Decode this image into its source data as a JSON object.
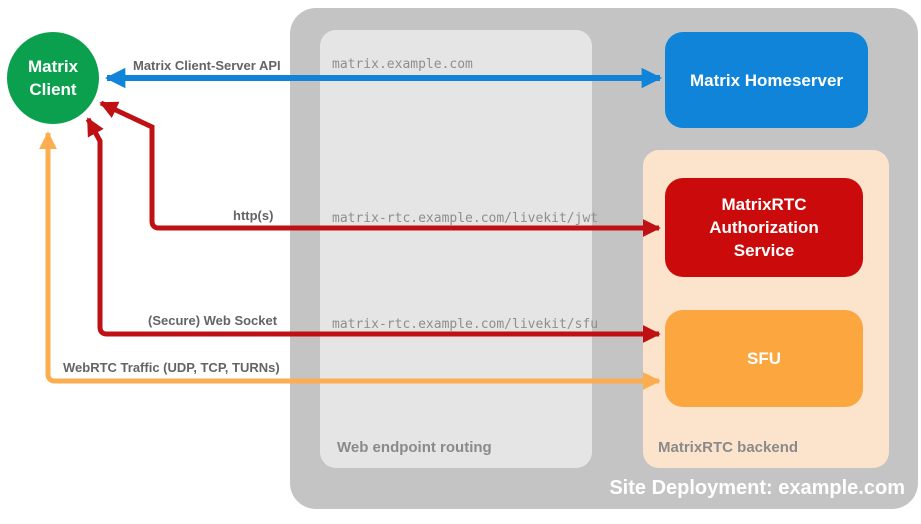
{
  "nodes": {
    "client": {
      "label": "Matrix\nClient",
      "color": "#0ba04e"
    },
    "homeserver": {
      "label": "Matrix Homeserver",
      "color": "#0f84d8"
    },
    "auth": {
      "label": "MatrixRTC\nAuthorization\nService",
      "color": "#cb0b0b"
    },
    "sfu": {
      "label": "SFU",
      "color": "#fba63f"
    }
  },
  "containers": {
    "site": {
      "label": "Site Deployment: example.com",
      "color": "#c4c4c4"
    },
    "routing": {
      "label": "Web endpoint routing",
      "color": "#e5e5e5"
    },
    "backend": {
      "label": "MatrixRTC backend",
      "color": "#fce4cc"
    }
  },
  "endpoints": {
    "homeserver": "matrix.example.com",
    "jwt": "matrix-rtc.example.com/livekit/jwt",
    "sfu": "matrix-rtc.example.com/livekit/sfu"
  },
  "connections": [
    {
      "label": "Matrix Client-Server API",
      "color": "#0f84d8",
      "from": "Matrix Client",
      "to": "Matrix Homeserver",
      "bidirectional": true
    },
    {
      "label": "http(s)",
      "color": "#bf1013",
      "from": "Matrix Client",
      "to": "MatrixRTC Authorization Service",
      "bidirectional": true
    },
    {
      "label": "(Secure) Web Socket",
      "color": "#bf1013",
      "from": "Matrix Client",
      "to": "SFU",
      "bidirectional": true
    },
    {
      "label": "WebRTC Traffic (UDP, TCP, TURNs)",
      "color": "#fbad4f",
      "from": "Matrix Client",
      "to": "SFU",
      "bidirectional": true
    }
  ]
}
